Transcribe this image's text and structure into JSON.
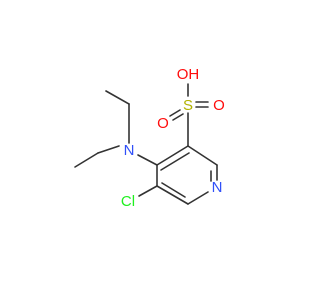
{
  "molecule": {
    "atoms": {
      "oh": "OH",
      "s": "S",
      "o_right": "O",
      "o_bottom": "O",
      "n_amine": "N",
      "n_ring": "N",
      "cl": "Cl"
    }
  },
  "colors": {
    "bond": "#333333",
    "carbon": "#333333",
    "oxygen": "#ff0d0d",
    "sulfur": "#b2b200",
    "nitrogen": "#3050f8",
    "chlorine": "#1ff01f"
  }
}
